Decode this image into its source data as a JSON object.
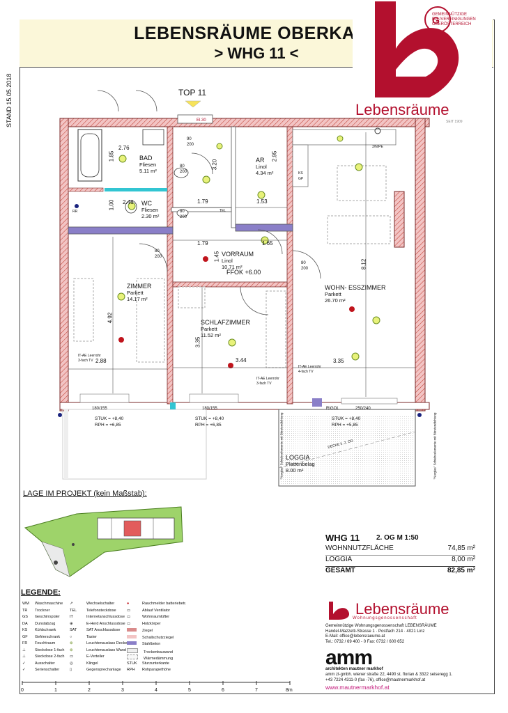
{
  "header": {
    "title": "LEBENSRÄUME OBERKAPP",
    "subtitle": "> WHG 11 <",
    "stand": "STAND 15.05.2018"
  },
  "logo": {
    "name": "Lebensräume",
    "org": [
      "GEMEINNÜTZIGE",
      "BAUVEREINIGUNGEN",
      "OBERÖSTERREICH"
    ],
    "tagline": "SEIT 1909"
  },
  "plan": {
    "top_label": "TOP 11",
    "entry_label": "El.30",
    "ffok": "FFOK +6.00",
    "rooms": [
      {
        "name": "BAD",
        "floor": "Fliesen",
        "area": "5.11 m²"
      },
      {
        "name": "WC",
        "floor": "Fliesen",
        "area": "2.30 m²"
      },
      {
        "name": "AR",
        "floor": "Linol",
        "area": "4.34 m²"
      },
      {
        "name": "VORRAUM",
        "floor": "Linol",
        "area": "10.71 m²"
      },
      {
        "name": "ZIMMER",
        "floor": "Parkett",
        "area": "14.17 m²"
      },
      {
        "name": "SCHLAFZIMMER",
        "floor": "Parkett",
        "area": "11.52 m²"
      },
      {
        "name": "WOHN- ESSZIMMER",
        "floor": "Parkett",
        "area": "26.70 m²"
      },
      {
        "name": "LOGGIA",
        "floor": "Plattenbelag",
        "area": "8.00 m²"
      }
    ],
    "dims": [
      "2.76",
      "1.85",
      "2.46",
      "1.00",
      "1.79",
      "1.79",
      "1.53",
      "1.65",
      "2.95",
      "3.20",
      "1.45",
      "4.92",
      "2.88",
      "3.35",
      "3.44",
      "3.35",
      "8.12",
      "90",
      "200",
      "80",
      "200",
      "80",
      "200",
      "80",
      "200",
      "80",
      "200"
    ],
    "window_labels": [
      {
        "size": "180/155",
        "stuk": "STUK = +8,40",
        "rph": "RPH = +6,85"
      },
      {
        "size": "180/155",
        "stuk": "STUK = +8,40",
        "rph": "RPH = +6,85"
      },
      {
        "size": "250/240",
        "stuk": "STUK = +8,40",
        "rph": "RPH = +5,85"
      }
    ],
    "rigol": "RIGOL",
    "misc": [
      "TEL",
      "KS",
      "GP",
      "3/N/PE",
      "RR",
      "IT-AE Leerrohr",
      "3-fach TV",
      "IT-AE Leerrohr",
      "3-fach TV",
      "IT-AE Leerrohr",
      "4-fach TV",
      "DECKE ü. 2. OG",
      "\"Nurglas\" Schiebeelemente mit Bürstendichtung",
      "\"Nurglas\" Schiebeelemente mit Bürstendichtung"
    ]
  },
  "lage": {
    "title": "LAGE IM PROJEKT (kein Maßstab):"
  },
  "legend": {
    "title": "LEGENDE:",
    "col1": [
      {
        "code": "WM",
        "text": "Waschmaschine"
      },
      {
        "code": "TR",
        "text": "Trockner"
      },
      {
        "code": "GS",
        "text": "Geschirrspüler"
      },
      {
        "code": "DA",
        "text": "Dunstabzug"
      },
      {
        "code": "KS",
        "text": "Kühlschrank"
      },
      {
        "code": "GF",
        "text": "Gefrierschrank"
      },
      {
        "code": "FR",
        "text": "Feuchtraum"
      },
      {
        "code": "",
        "text": "Steckdose 1-fach"
      },
      {
        "code": "",
        "text": "Steckdose 2-fach"
      },
      {
        "code": "",
        "text": "Ausschalter"
      },
      {
        "code": "",
        "text": "Serienschalter"
      }
    ],
    "col2": [
      {
        "text": "Wechselschalter"
      },
      {
        "text": "Telefonsteckdose"
      },
      {
        "text": "Internetanschlussdose"
      },
      {
        "text": "E-Herd Anschlussdose"
      },
      {
        "text": "SAT Anschlussdose"
      },
      {
        "text": "Taster"
      },
      {
        "text": "Leuchtenauslass Decke"
      },
      {
        "text": "Leuchtenauslass Wand"
      },
      {
        "text": "E-Verteiler"
      },
      {
        "text": "Klingel"
      },
      {
        "text": "Gegensprechanlage"
      }
    ],
    "col3": [
      {
        "text": "Rauchmelder batteriebetr."
      },
      {
        "text": "Ablauf Ventilator"
      },
      {
        "text": "Wohnraumlüfter"
      },
      {
        "text": "Holzkörper"
      },
      {
        "text": "Ziegel"
      },
      {
        "text": "Schallschutzziegel"
      },
      {
        "text": "Stahlbeton"
      },
      {
        "text": "Trockenbauwand"
      },
      {
        "text": "Wärmedämmung"
      },
      {
        "text": "Sturzunterkante"
      },
      {
        "text": "Rohparapethöhe"
      }
    ],
    "col3_codes": [
      "",
      "",
      "",
      "",
      "",
      "",
      "",
      "",
      "",
      "STUK",
      "RPH"
    ]
  },
  "summary": {
    "whg": "WHG 11",
    "og": "2. OG   M 1:50",
    "rows": [
      {
        "label": "WOHNNUTZFLÄCHE",
        "value": "74,85 m²"
      },
      {
        "label": "LOGGIA",
        "value": "8,00 m²"
      },
      {
        "label": "GESAMT",
        "value": "82,85 m²"
      }
    ]
  },
  "company": {
    "name": "Lebensräume",
    "sub": "Wohnungsgenossenschaft",
    "lines": [
      "Gemeinnützige Wohnungsgenossenschaft LEBENSRÄUME",
      "Handel-Mazzetti-Strasse 1 · Postfach 214 · 4021 Linz",
      "E-Mail: office@lebensraeume.at",
      "Tel.: 0732 / 69 400 - 0       Fax: 0732 / 600 652"
    ]
  },
  "architect": {
    "name": "amm",
    "sub": "architekten mautner markhof",
    "lines": [
      "amm zt-gmbh. wiener straße 22, 4490 st. florian & 3322 seiseregg 1.",
      "+43 7224 4311-0 (fax -76), office@mautnermarkhof.at"
    ],
    "url": "www.mautnermarkhof.at"
  },
  "scale": {
    "ticks": [
      "0",
      "1",
      "2",
      "3",
      "4",
      "5",
      "6",
      "7",
      "8m"
    ]
  },
  "colors": {
    "brand": "#b3102e",
    "wall": "#d98b8b",
    "sound_wall": "#f2c4c4",
    "accent_purple": "#8a7fc8",
    "accent_cyan": "#32c5d2",
    "url": "#c2187a"
  }
}
